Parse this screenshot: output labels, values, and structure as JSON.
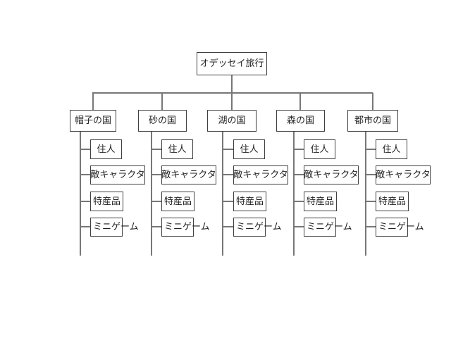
{
  "page": {
    "background": "#ffffff"
  },
  "colors": {
    "box_border": "#404040",
    "box_fill": "#ffffff",
    "connector_line": "#777777",
    "text": "#1f1f1f"
  },
  "tree": {
    "root": {
      "label": "オデッセイ旅行"
    },
    "countries": [
      {
        "label": "帽子の国",
        "children": [
          "住人",
          "敵キャラクタ",
          "特産品",
          "ミニゲーム"
        ]
      },
      {
        "label": "砂の国",
        "children": [
          "住人",
          "敵キャラクタ",
          "特産品",
          "ミニゲーム"
        ]
      },
      {
        "label": "湖の国",
        "children": [
          "住人",
          "敵キャラクタ",
          "特産品",
          "ミニゲーム"
        ]
      },
      {
        "label": "森の国",
        "children": [
          "住人",
          "敵キャラクタ",
          "特産品",
          "ミニゲーム"
        ]
      },
      {
        "label": "都市の国",
        "children": [
          "住人",
          "敵キャラクタ",
          "特産品",
          "ミニゲーム"
        ]
      }
    ]
  }
}
